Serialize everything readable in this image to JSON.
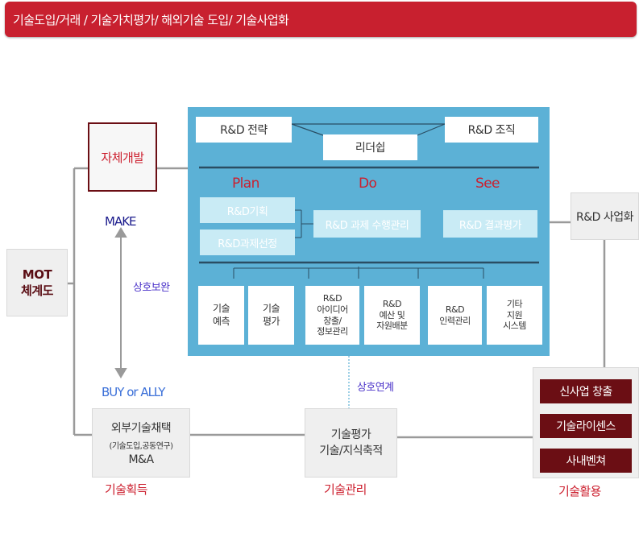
{
  "header": {
    "title": "기술도입/거래 / 기술가치평가/ 해외기술 도입/ 기술사업화"
  },
  "mot": "MOT\n체계도",
  "self_dev": "자체개발",
  "make": "MAKE",
  "complement": "상호보완",
  "buy_ally": "BUY or ALLY",
  "external": {
    "title": "외부기술채택",
    "sub": "(기술도입,공동연구)",
    "ma": "M&A"
  },
  "acquire": "기술획득",
  "panel": {
    "rd_strategy": "R&D 전략",
    "leadership": "리더쉽",
    "rd_org": "R&D 조직",
    "plan": "Plan",
    "do": "Do",
    "see": "See",
    "rd_planning": "R&D기획",
    "rd_selection": "R&D과제선정",
    "rd_execution": "R&D 과제 수행관리",
    "rd_evaluation": "R&D 결과평가",
    "bottom": [
      "기술\n예측",
      "기술\n평가",
      "R&D\n아이디어\n창출/\n정보관리",
      "R&D\n예산 및\n자원배분",
      "R&D\n인력관리",
      "기타\n지원\n시스템"
    ]
  },
  "rd_business": "R&D 사업화",
  "linkage": "상호연계",
  "tech_eval": "기술평가\n기술/지식축적",
  "management": "기술관리",
  "utilization": {
    "items": [
      "신사업 창출",
      "기술라이센스",
      "사내벤쳐"
    ],
    "label": "기술활용"
  }
}
